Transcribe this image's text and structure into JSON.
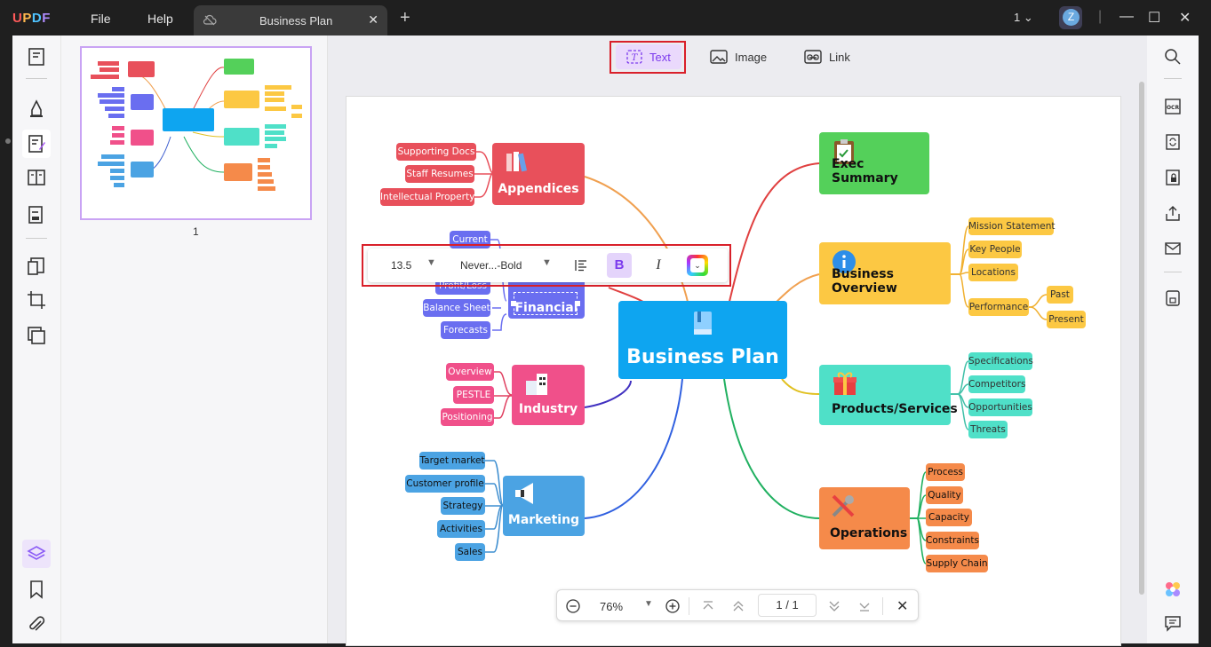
{
  "app": {
    "logo": "UPDF",
    "menu_file": "File",
    "menu_help": "Help",
    "tab_title": "Business Plan",
    "page_indicator": "1",
    "avatar_letter": "Z"
  },
  "thumbnail": {
    "page_label": "1"
  },
  "edit_tools": {
    "text": "Text",
    "image": "Image",
    "link": "Link"
  },
  "format_toolbar": {
    "font_size": "13.5",
    "font_name": "Never...-Bold",
    "bold": "B",
    "italic": "I"
  },
  "zoom": {
    "level": "76%",
    "current_page": "1",
    "separator": "/",
    "total_pages": "1"
  },
  "mindmap": {
    "center": "Business Plan",
    "appendices": {
      "title": "Appendices",
      "items": [
        "Supporting Docs",
        "Staff Resumes",
        "Intellectual Property"
      ]
    },
    "financial": {
      "title": "Financial",
      "items": [
        "Current",
        "Profit/Loss",
        "Balance Sheet",
        "Forecasts"
      ]
    },
    "industry": {
      "title": "Industry",
      "items": [
        "Overview",
        "PESTLE",
        "Positioning"
      ]
    },
    "marketing": {
      "title": "Marketing",
      "items": [
        "Target market",
        "Customer profile",
        "Strategy",
        "Activities",
        "Sales"
      ]
    },
    "exec": {
      "title": "Exec Summary"
    },
    "overview": {
      "title": "Business Overview",
      "items": [
        "Mission Statement",
        "Key People",
        "Locations",
        "Performance"
      ],
      "perf_items": [
        "Past",
        "Present"
      ]
    },
    "products": {
      "title": "Products/Services",
      "items": [
        "Specifications",
        "Competitors",
        "Opportunities",
        "Threats"
      ]
    },
    "operations": {
      "title": "Operations",
      "items": [
        "Process",
        "Quality",
        "Capacity",
        "Constraints",
        "Supply Chain"
      ]
    }
  },
  "colors": {
    "accent": "#a855f7",
    "center": "#0ea5f0",
    "appendices": "#e8505b",
    "financial": "#6a6ef0",
    "industry": "#f0508a",
    "marketing": "#4ba3e3",
    "exec": "#54d05a",
    "overview": "#fcc843",
    "products": "#4fe0c8",
    "operations": "#f58a4a"
  }
}
